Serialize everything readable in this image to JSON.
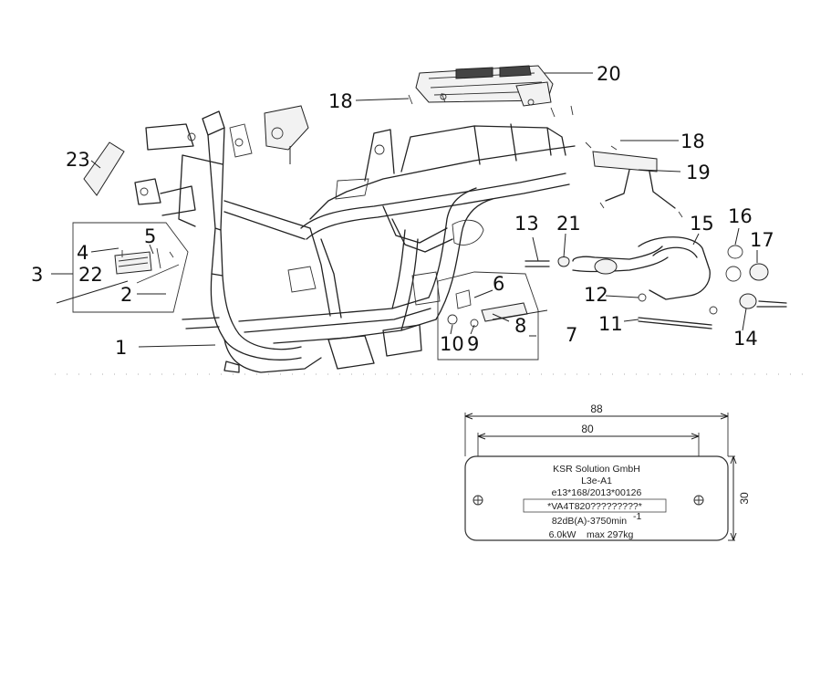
{
  "callouts": {
    "c1": "1",
    "c2": "2",
    "c3": "3",
    "c4": "4",
    "c5": "5",
    "c6": "6",
    "c7": "7",
    "c8": "8",
    "c9": "9",
    "c10": "10",
    "c11": "11",
    "c12": "12",
    "c13": "13",
    "c14": "14",
    "c15": "15",
    "c16": "16",
    "c17": "17",
    "c18a": "18",
    "c18b": "18",
    "c19": "19",
    "c20": "20",
    "c21": "21",
    "c22": "22",
    "c23": "23"
  },
  "plate": {
    "line1": "KSR Solution GmbH",
    "line2": "L3e-A1",
    "line3": "e13*168/2013*00126",
    "vin": "*VA4T820?????????*",
    "noise": "82dB(A)-3750min",
    "noise_unit": "-1",
    "power": "6.0kW    max 297kg"
  },
  "dimensions": {
    "outer_width": "88",
    "inner_width": "80",
    "height": "30"
  }
}
